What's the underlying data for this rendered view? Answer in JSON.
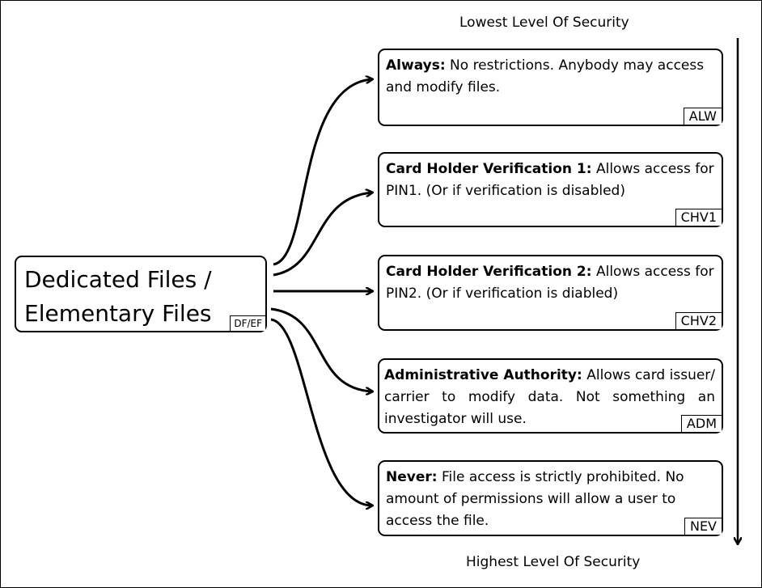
{
  "scale": {
    "top_label": "Lowest Level Of Security",
    "bottom_label": "Highest Level Of Security"
  },
  "source": {
    "line1": "Dedicated Files /",
    "line2": "Elementary Files",
    "tag": "DF/EF"
  },
  "levels": [
    {
      "title": "Always:",
      "text": "No restrictions. Anybody may access and modify files.",
      "tag": "ALW"
    },
    {
      "title": "Card Holder Verification 1:",
      "text": "Allows access for PIN1. (Or if verification is disabled)",
      "tag": "CHV1"
    },
    {
      "title": "Card Holder Verification 2:",
      "text": "Allows access for PIN2. (Or if verification is diabled)",
      "tag": "CHV2"
    },
    {
      "title": "Administrative Authority:",
      "text": "Allows card issuer/ carrier to modify data. Not something an investigator will use.",
      "tag": "ADM"
    },
    {
      "title": "Never:",
      "text": "File access is strictly prohibited. No amount of permissions will allow a user to access the file.",
      "tag": "NEV"
    }
  ]
}
